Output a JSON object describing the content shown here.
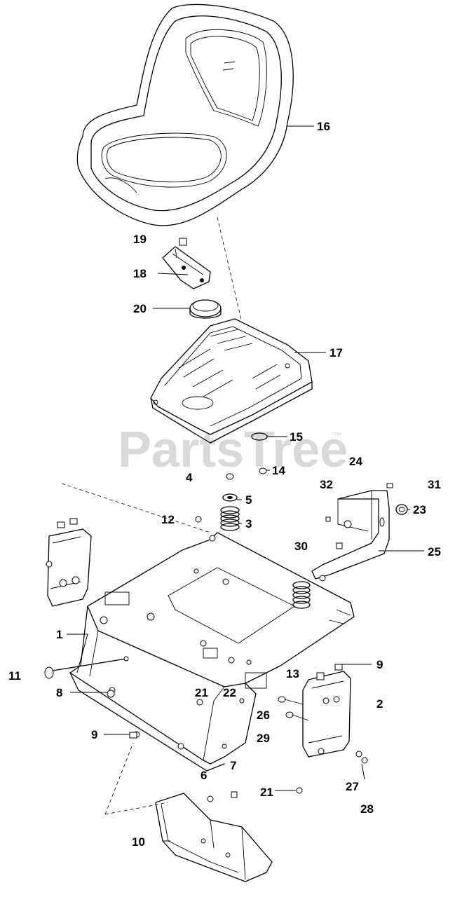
{
  "watermark": {
    "text": "PartsTree",
    "trademark": "™"
  },
  "callouts": [
    "16",
    "19",
    "18",
    "20",
    "17",
    "15",
    "14",
    "24",
    "32",
    "31",
    "4",
    "5",
    "23",
    "12",
    "3",
    "30",
    "25",
    "1",
    "9",
    "11",
    "13",
    "2",
    "8",
    "21",
    "22",
    "26",
    "29",
    "7",
    "6",
    "27",
    "28",
    "10"
  ],
  "icons": {
    "seat": "seat-icon",
    "seat-pan": "seat-pan-icon",
    "frame": "frame-icon",
    "spring": "spring-icon",
    "bracket": "bracket-icon"
  }
}
